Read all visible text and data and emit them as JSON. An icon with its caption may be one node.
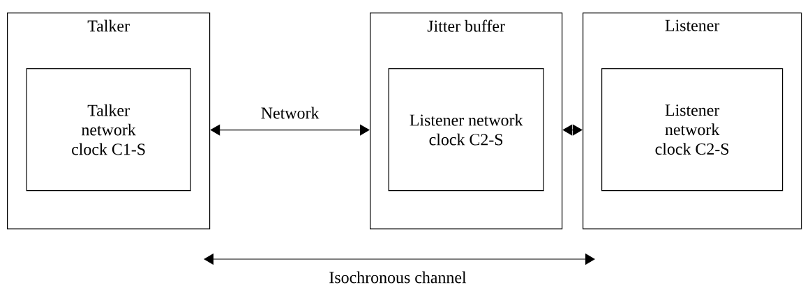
{
  "diagram": {
    "nodes": [
      {
        "text": [
          "Talker"
        ]
      },
      {
        "text": [
          "Talker network clock C1-S"
        ],
        "in": 0
      },
      {
        "text": [
          "Jitter buffer"
        ]
      },
      {
        "text": [
          "Listener network clock C2-S"
        ],
        "in": 2
      },
      {
        "text": [
          "Listener"
        ]
      },
      {
        "text": [
          "Listener network clock C2-S"
        ],
        "in": 4
      }
    ],
    "edges": [
      {
        "from": 0,
        "to": 2,
        "arrow": "both",
        "label": "Network"
      },
      {
        "from": 2,
        "to": 4,
        "arrow": "both"
      }
    ],
    "labels": [
      "Isochronous channel"
    ]
  }
}
